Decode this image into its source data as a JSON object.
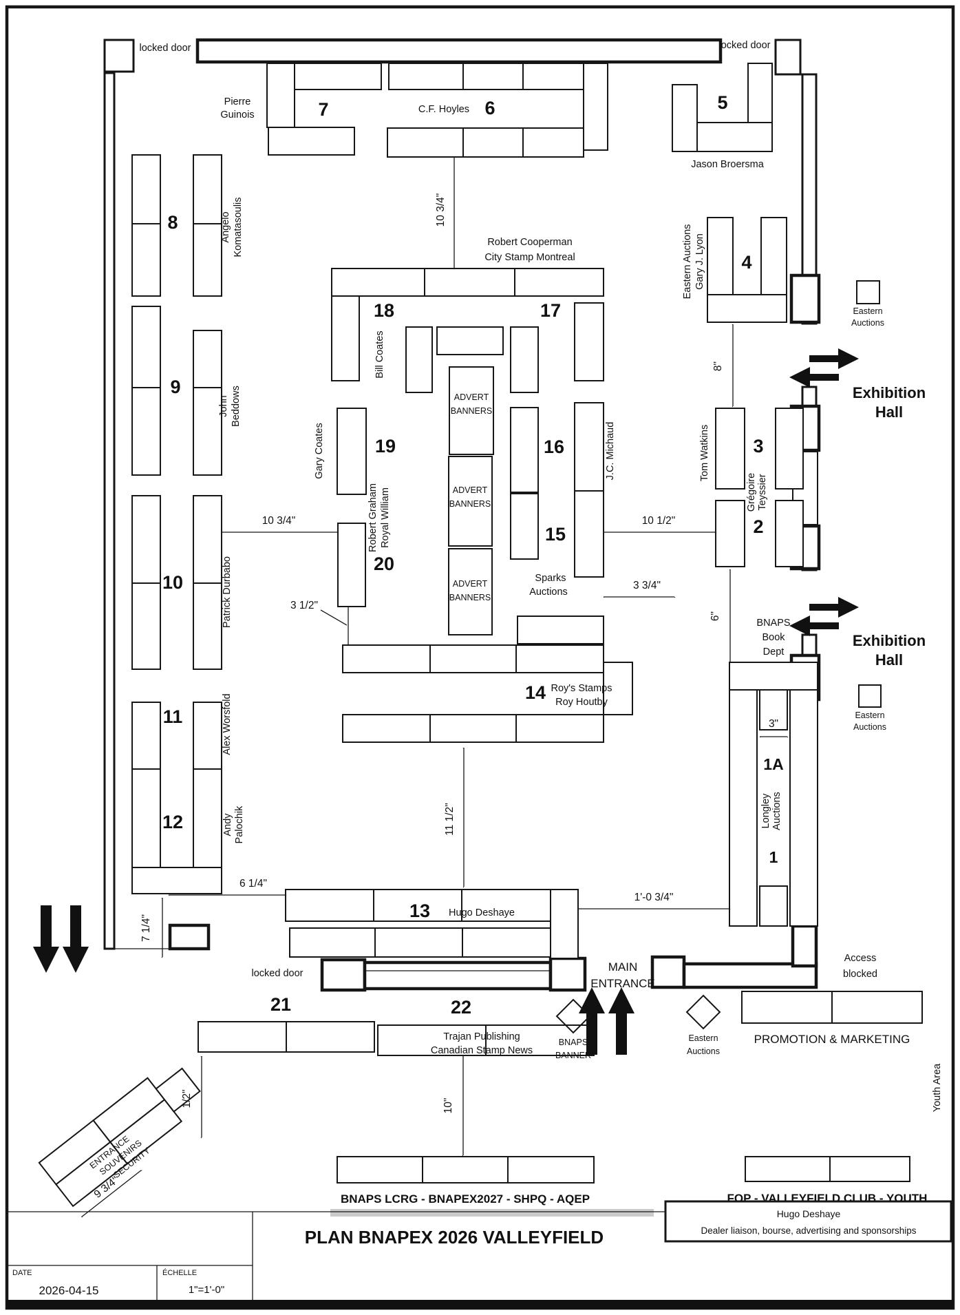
{
  "ink": "#161616",
  "doors": {
    "top_left": "locked door",
    "top_right": "locked door",
    "bottom": "locked door"
  },
  "entrance": {
    "line1": "MAIN",
    "line2": "ENTRANCE"
  },
  "exhibition": {
    "line1": "Exhibition",
    "line2": "Hall"
  },
  "areas": {
    "access_1": "Access",
    "access_2": "blocked",
    "promotion": "PROMOTION & MARKETING",
    "youth": "Youth Area",
    "clubs_left": "BNAPS LCRG - BNAPEX2027 - SHPQ - AQEP",
    "clubs_right": "FQP - VALLEYFIELD CLUB - YOUTH",
    "entr_1": "ENTRANCE",
    "entr_2": "SOUVENIRS",
    "entr_3": "SECURITY"
  },
  "banners": {
    "advert_1": "ADVERT",
    "advert_2": "BANNERS",
    "bnaps_1": "BNAPS",
    "bnaps_2": "BANNER"
  },
  "eastern_sq": {
    "line1": "Eastern",
    "line2": "Auctions"
  },
  "nums": {
    "n1": "1",
    "n1a": "1A",
    "n2": "2",
    "n3": "3",
    "n4": "4",
    "n5": "5",
    "n6": "6",
    "n7": "7",
    "n8": "8",
    "n9": "9",
    "n10": "10",
    "n11": "11",
    "n12": "12",
    "n13": "13",
    "n14": "14",
    "n15": "15",
    "n16": "16",
    "n17": "17",
    "n18": "18",
    "n19": "19",
    "n20": "20",
    "n21": "21",
    "n22": "22"
  },
  "dealers": {
    "pierre": {
      "l1": "Pierre",
      "l2": "Guinois"
    },
    "hoyles": "C.F. Hoyles",
    "jason": "Jason Broersma",
    "lyon": {
      "l1": "Eastern Auctions",
      "l2": "Gary J. Lyon"
    },
    "angelo": {
      "l1": "Angelo",
      "l2": "Komatasoulis"
    },
    "beddows": {
      "l1": "John",
      "l2": "Beddows"
    },
    "cooperman": {
      "l1": "Robert Cooperman",
      "l2": "City Stamp Montreal"
    },
    "bill": "Bill Coates",
    "gary_coates": "Gary Coates",
    "graham": {
      "l1": "Robert Graham",
      "l2": "Royal William"
    },
    "michaud": "J.C. Michaud",
    "sparks": {
      "l1": "Sparks",
      "l2": "Auctions"
    },
    "watkins": "Tom Watkins",
    "gregoire": {
      "l1": "Grégoire",
      "l2": "Teyssier"
    },
    "durbabo": "Patrick Durbabo",
    "worsfold": "Alex Worsfold",
    "palochik": {
      "l1": "Andy",
      "l2": "Palochik"
    },
    "roys": {
      "l1": "Roy's Stamps",
      "l2": "Roy Houtby"
    },
    "hugo": "Hugo Deshaye",
    "longley": {
      "l1": "Longley",
      "l2": "Auctions"
    },
    "trajan": {
      "l1": "Trajan Publishing",
      "l2": "Canadian Stamp News"
    },
    "bnaps_book": {
      "l1": "BNAPS",
      "l2": "Book",
      "l3": "Dept"
    }
  },
  "dims": {
    "d1": "10 3/4\"",
    "d2": "10 3/4\"",
    "d3": "3 1/2\"",
    "d4": "10 1/2\"",
    "d5": "3 3/4\"",
    "d6": "8\"",
    "d7": "6\"",
    "d8": "3\"",
    "d9": "11 1/2\"",
    "d10": "6 1/4\"",
    "d11": "7 1/4\"",
    "d12": "1'-0 3/4\"",
    "d13": "1/2\"",
    "d14": "10\"",
    "d15": "9 3/4\""
  },
  "title_block": {
    "title": "PLAN BNAPEX 2026 VALLEYFIELD",
    "date_label": "DATE",
    "date_value": "2026-04-15",
    "scale_label": "ÉCHELLE",
    "scale_value": "1\"=1'-0\"",
    "credit_name": "Hugo Deshaye",
    "credit_role": "Dealer liaison, bourse, advertising and sponsorships"
  }
}
